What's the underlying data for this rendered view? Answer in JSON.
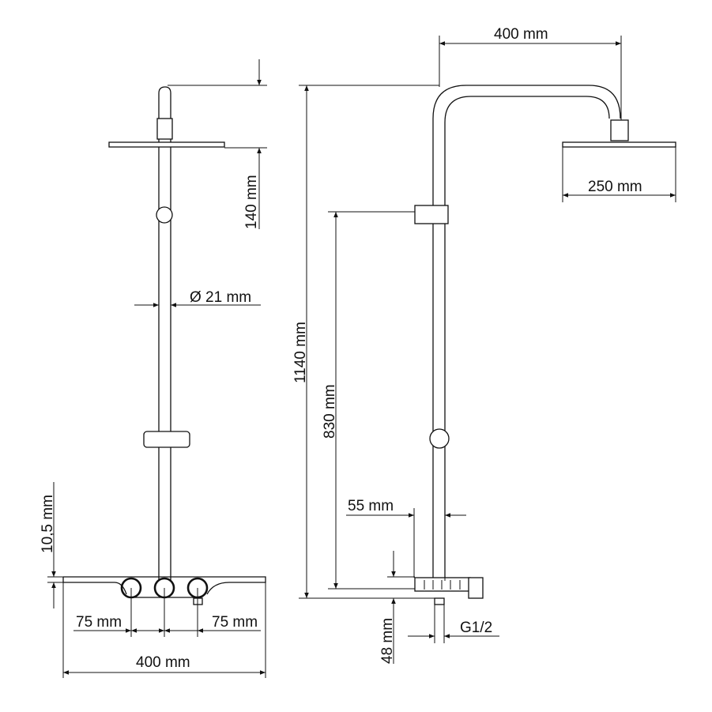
{
  "side_view": {
    "dims": {
      "head_height": "140  mm",
      "pipe_diameter": "Ø 21 mm",
      "bar_offset": "10,5 mm",
      "left_spacing": "75 mm",
      "right_spacing": "75 mm",
      "bar_width": "400 mm"
    }
  },
  "front_view": {
    "dims": {
      "arm_length": "400 mm",
      "head_width": "250 mm",
      "total_height": "1140 mm",
      "holder_height": "830 mm",
      "wall_distance": "55 mm",
      "mixer_height": "48 mm",
      "connection": "G1/2"
    }
  },
  "colors": {
    "line": "#111111",
    "background": "#ffffff"
  }
}
